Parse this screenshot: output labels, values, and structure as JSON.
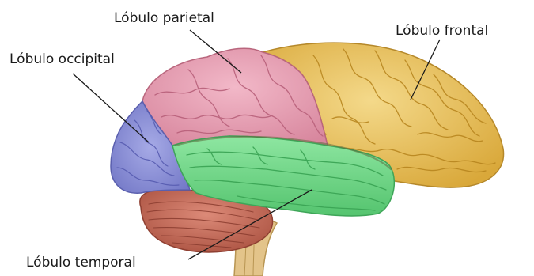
{
  "labels": {
    "parietal": "Lóbulo parietal",
    "frontal": "Lóbulo frontal",
    "occipital": "Lóbulo occipital",
    "temporal": "Lóbulo temporal"
  },
  "colors": {
    "frontal": "#e9c25f",
    "parietal": "#e8a0b5",
    "occipital": "#8e93d8",
    "temporal": "#79d98f",
    "cerebellum": "#c86e5e",
    "brainstem": "#e3c48a"
  }
}
